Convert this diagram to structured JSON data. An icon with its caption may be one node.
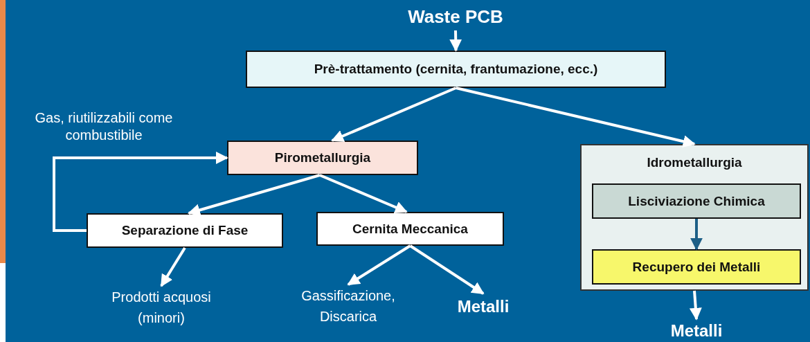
{
  "diagram": {
    "nodes": [
      {
        "text": [
          "Waste PCB"
        ]
      },
      {
        "text": [
          "Prè-trattamento (cernita, frantumazione, ecc.)"
        ]
      },
      {
        "text": [
          "Pirometallurgia"
        ]
      },
      {
        "text": [
          "Idrometallurgia"
        ]
      },
      {
        "text": [
          "Lisciviazione Chimica"
        ],
        "in": 3
      },
      {
        "text": [
          "Recupero dei Metalli"
        ],
        "in": 3
      },
      {
        "text": [
          "Separazione di Fase"
        ]
      },
      {
        "text": [
          "Cernita Meccanica"
        ]
      },
      {
        "text": [
          "Prodotti acquosi (minori)"
        ]
      },
      {
        "text": [
          "Gassificazione, Discarica"
        ]
      },
      {
        "text": [
          "Metalli"
        ]
      },
      {
        "text": [
          "Metalli"
        ]
      }
    ],
    "edges": [
      {
        "from": 0,
        "to": 1,
        "arrow": "to"
      },
      {
        "from": 1,
        "to": 2,
        "arrow": "to"
      },
      {
        "from": 1,
        "to": 3,
        "arrow": "to"
      },
      {
        "from": 2,
        "to": 6,
        "arrow": "to"
      },
      {
        "from": 2,
        "to": 7,
        "arrow": "to"
      },
      {
        "from": 6,
        "to": 2,
        "arrow": "to",
        "label": "Gas, riutilizzabili come combustibile"
      },
      {
        "from": 6,
        "to": 8,
        "arrow": "to"
      },
      {
        "from": 7,
        "to": 9,
        "arrow": "to"
      },
      {
        "from": 7,
        "to": 10,
        "arrow": "to"
      },
      {
        "from": 4,
        "to": 5,
        "arrow": "to",
        "color": "#1d5f86"
      },
      {
        "from": 3,
        "to": 11,
        "arrow": "to"
      }
    ]
  }
}
